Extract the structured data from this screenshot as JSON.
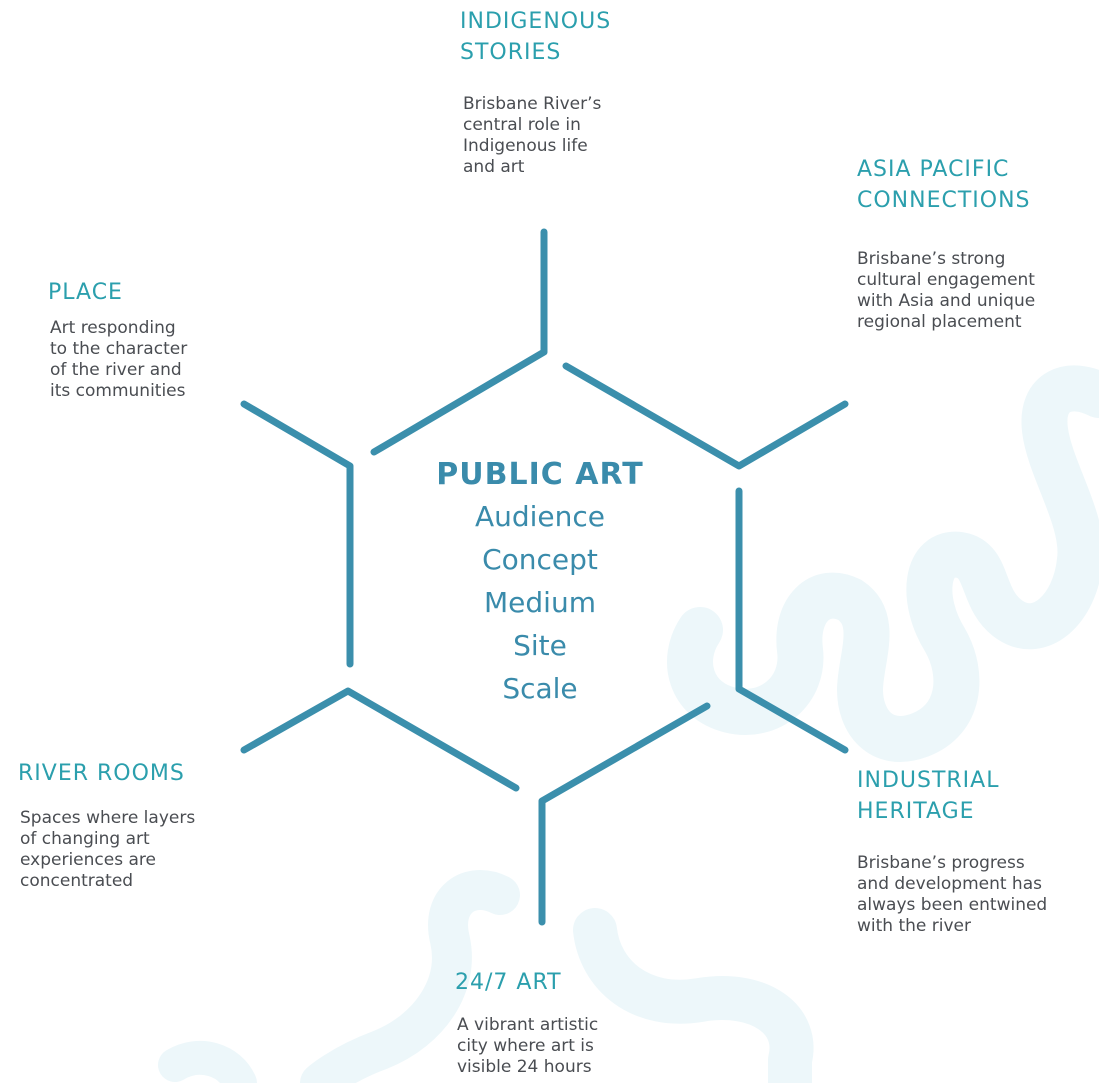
{
  "diagram": {
    "colors": {
      "accent_heading": "#2b9fad",
      "hexagon_stroke": "#3b8fac",
      "center_text": "#3a8bab",
      "body_text": "#4a4d52",
      "river_background": "#edf7fa"
    },
    "center": {
      "title": "PUBLIC ART",
      "items": [
        "Audience",
        "Concept",
        "Medium",
        "Site",
        "Scale"
      ]
    },
    "themes": [
      {
        "key": "indigenous-stories",
        "heading": [
          "INDIGENOUS",
          "STORIES"
        ],
        "description": [
          "Brisbane River’s",
          "central role in",
          "Indigenous life",
          "and art"
        ]
      },
      {
        "key": "asia-pacific-connections",
        "heading": [
          "ASIA PACIFIC",
          "CONNECTIONS"
        ],
        "description": [
          "Brisbane’s strong",
          "cultural engagement",
          "with Asia and unique",
          "regional placement"
        ]
      },
      {
        "key": "place",
        "heading": [
          "PLACE"
        ],
        "description": [
          "Art responding",
          "to the character",
          "of the river and",
          "its communities"
        ]
      },
      {
        "key": "river-rooms",
        "heading": [
          "RIVER ROOMS"
        ],
        "description": [
          "Spaces where layers",
          "of changing art",
          "experiences are",
          "concentrated"
        ]
      },
      {
        "key": "industrial-heritage",
        "heading": [
          "INDUSTRIAL",
          "HERITAGE"
        ],
        "description": [
          "Brisbane’s progress",
          "and development has",
          "always been entwined",
          "with the river"
        ]
      },
      {
        "key": "24-7-art",
        "heading": [
          "24/7 ART"
        ],
        "description": [
          "A vibrant artistic",
          "city where art is",
          "visible 24 hours"
        ]
      }
    ]
  }
}
